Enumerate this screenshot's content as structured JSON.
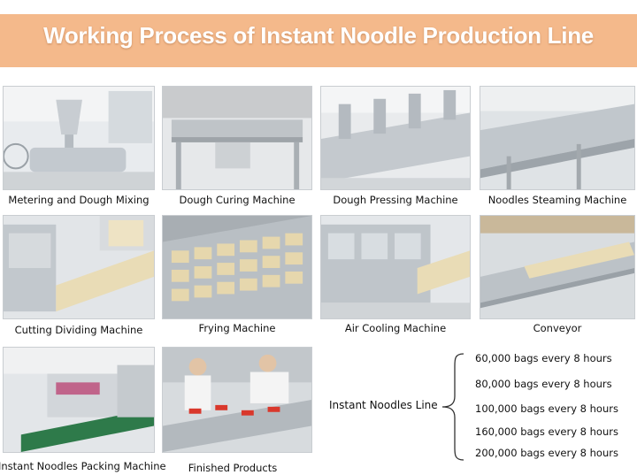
{
  "header": {
    "title": "Working Process of Instant Noodle Production Line"
  },
  "steps": [
    {
      "label": "Metering and Dough Mixing"
    },
    {
      "label": "Dough Curing Machine"
    },
    {
      "label": "Dough Pressing Machine"
    },
    {
      "label": "Noodles Steaming Machine"
    },
    {
      "label": "Cutting Dividing Machine"
    },
    {
      "label": "Frying Machine"
    },
    {
      "label": "Air Cooling Machine"
    },
    {
      "label": "Conveyor"
    },
    {
      "label": "Instant Noodles Packing Machine"
    },
    {
      "label": "Finished Products"
    }
  ],
  "line": {
    "label": "Instant Noodles Line",
    "capacities": [
      "60,000 bags every 8 hours",
      "80,000 bags every 8 hours",
      "100,000 bags every 8 hours",
      "160,000 bags every 8 hours",
      "200,000 bags every 8 hours"
    ]
  },
  "colors": {
    "banner": "#f4b98b",
    "steel": "#b9c0c6",
    "noodle": "#e9dcb6"
  }
}
